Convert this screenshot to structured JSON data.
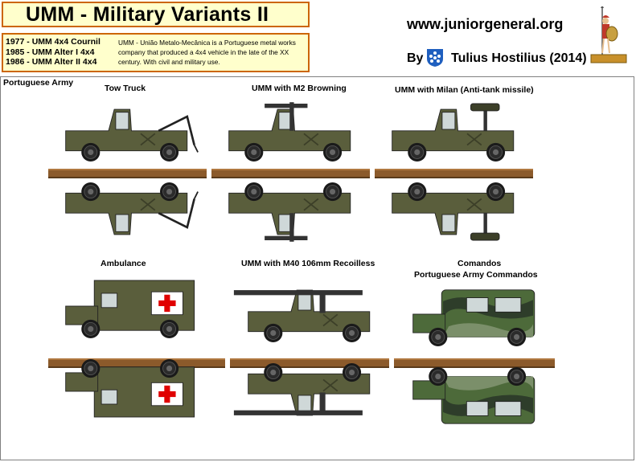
{
  "header": {
    "title": "UMM - Military Variants II",
    "website": "www.juniorgeneral.org",
    "by": "By",
    "author": "Tulius Hostilius (2014)"
  },
  "info": {
    "years": [
      "1977 - UMM 4x4 Cournil",
      "1985 - UMM Alter I 4x4",
      "1986 - UMM Alter II 4x4"
    ],
    "description": "UMM - União Metalo-Mecânica is a Portuguese metal works company that produced a 4x4 vehicle in the late of the XX century. With civil and military use."
  },
  "section_label": "Portuguese Army",
  "vehicles": [
    {
      "name": "Tow Truck"
    },
    {
      "name": "UMM with M2 Browning"
    },
    {
      "name": "UMM with Milan (Anti-tank missile)"
    },
    {
      "name": "Ambulance"
    },
    {
      "name": "UMM with M40 106mm Recoilless"
    },
    {
      "name": "Comandos",
      "subtitle": "Portuguese Army Commandos"
    }
  ],
  "colors": {
    "olive": "#5a5e3c",
    "olive_dark": "#3c3f28",
    "base_wood": "#8b5a2b",
    "title_bg": "#ffffcc",
    "title_border": "#cc6600",
    "camo_green": "#4d6a3a",
    "camo_dark": "#2e3d2a",
    "red_cross": "#e00000"
  }
}
